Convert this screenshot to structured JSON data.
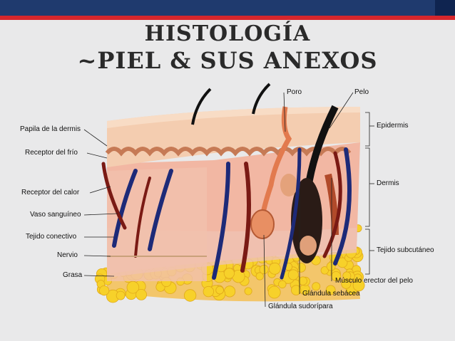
{
  "title": {
    "line1": "HISTOLOGÍA",
    "line2": "~PIEL & SUS ANEXOS"
  },
  "labels": {
    "papila": "Papila de la dermis",
    "receptor_frio": "Receptor del frío",
    "receptor_calor": "Receptor del calor",
    "vaso": "Vaso sanguíneo",
    "tejido_conectivo": "Tejido conectivo",
    "nervio": "Nervio",
    "grasa": "Grasa",
    "poro": "Poro",
    "pelo": "Pelo",
    "epidermis": "Epidermis",
    "dermis": "Dermis",
    "tejido_subcutaneo": "Tejido subcutáneo",
    "musculo": "Músculo erector del pelo",
    "glandula_sebacea": "Glándula sebácea",
    "glandula_sudoripara": "Glándula sudorípara"
  },
  "colors": {
    "header_blue": "#1f3a6e",
    "header_red": "#d6262c",
    "epidermis": "#f1c9a5",
    "dermis": "#f3b8a0",
    "fat": "#f7d12a",
    "vein": "#1d2a78",
    "artery": "#7a1a14"
  }
}
